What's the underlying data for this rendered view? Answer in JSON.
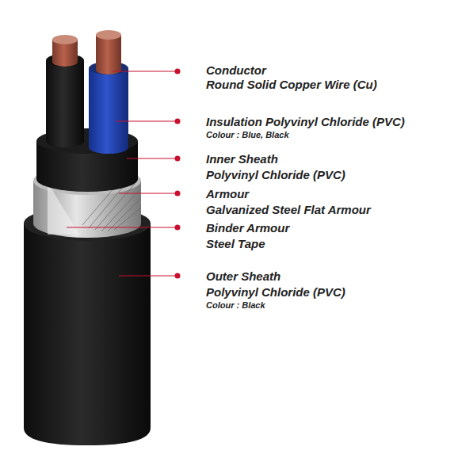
{
  "diagram": {
    "labels": [
      "Conductor",
      "Round Solid Copper Wire (Cu)",
      "Insulation Polyvinyl Chloride (PVC)",
      "Colour : Blue, Black",
      "Inner Sheath",
      "Polyvinyl Chloride (PVC)",
      "Armour",
      "Galvanized Steel Flat Armour",
      "Binder Armour",
      "Steel Tape",
      "Outer Sheath",
      "Polyvinyl Chloride (PVC)",
      "Colour : Black"
    ]
  }
}
